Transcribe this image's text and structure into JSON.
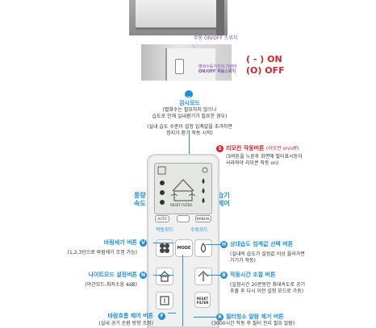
{
  "top_photo": {
    "caption": "수동 ON/OFF 스위치"
  },
  "mid_photo": {
    "caption_line1": "멸화수등기전이 가렌마",
    "caption_line2": "ON/OFF 작동스위치"
  },
  "switch_legend": {
    "on": "( - ) ON",
    "off": "(O) OFF"
  },
  "monitor_mode": {
    "title": "감시모드",
    "desc_line1": "(멸화수는 필요하지 않으나",
    "desc_line2": "습도로 인해 실내환기가 필요한 경우)",
    "note_line1": "(실내 습도 수준이 설정 임계값을 초과하면",
    "note_line2": "정지가 환기 작동 시작)"
  },
  "remote_button": {
    "badge": "S",
    "title": "리모컨 작동버튼",
    "title_suffix": "(리모컨 on/off)",
    "desc_line1": "(5버튼을 누른후 화면에 필터표시등이",
    "desc_line2": "사라져야 리모콘 작동 on)"
  },
  "side_labels": {
    "left_line1": "풍량",
    "left_line2": "속도",
    "right_line1": "습기",
    "right_line2": "제어"
  },
  "mode_labels": {
    "auto_op": "작동모드",
    "manual_mode": "수동모드"
  },
  "lcd": {
    "filter_text": "RESET FILTER",
    "auto": "AUTO",
    "manual": "MANUAL"
  },
  "remote_keys": {
    "mode": "MODE",
    "reset_line1": "RESET",
    "reset_line2": "FILTER"
  },
  "features": [
    {
      "badge": "V",
      "title": "바람세기 버튼",
      "desc_line1": "(1,2,3단으로 바람세기 조정 가능)",
      "desc_line2": ""
    },
    {
      "badge": "N",
      "title": "나이트모드 설정버튼",
      "desc_line1": "(야간모드-최저소음 4dB)",
      "desc_line2": ""
    },
    {
      "badge": "F",
      "title": "바람흐름 제어 버튼",
      "desc_line1": "(실내 공기 순환 방향 조정)",
      "desc_line2": ""
    },
    {
      "badge": "H",
      "title": "상대습도 임계값 선택 버튼",
      "desc_line1": "(실내의 습도가 설정값 이상 올라가면",
      "desc_line2": "기기가 작동)"
    },
    {
      "badge": "B",
      "title": "작동시간 조절 버튼",
      "desc_line1": "(일정시간 20분동안 최대속도로 공기",
      "desc_line2": "추출 후 다시 이전 설정 모드로 가동)"
    },
    {
      "badge": "R",
      "title": "필터청소 알람 제거 버튼",
      "desc_line1": "(3000시간 작동 후 필터 관리 필요 알람)",
      "desc_line2": ""
    }
  ],
  "colors": {
    "accent": "#1f8fd8",
    "alert": "#d8232a"
  }
}
